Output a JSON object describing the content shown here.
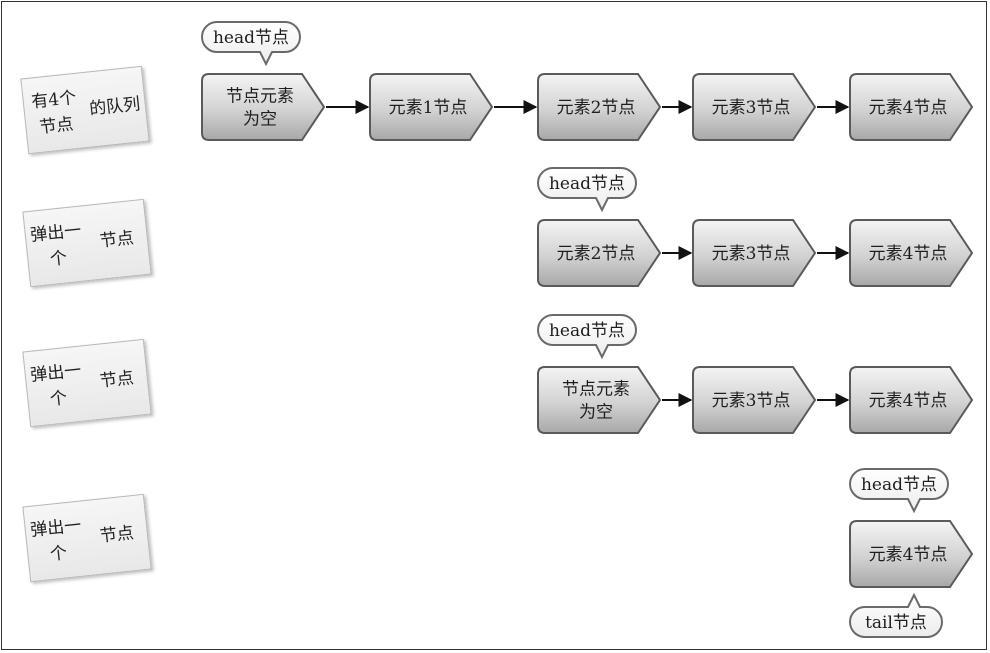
{
  "steps": [
    {
      "label_lines": [
        "有4个节点",
        "的队列"
      ],
      "nodes": [
        {
          "lines": [
            "节点元素",
            "为空"
          ]
        },
        {
          "lines": [
            "元素1节点"
          ]
        },
        {
          "lines": [
            "元素2节点"
          ]
        },
        {
          "lines": [
            "元素3节点"
          ]
        },
        {
          "lines": [
            "元素4节点"
          ]
        }
      ],
      "head_label": "head节点"
    },
    {
      "label_lines": [
        "弹出一个",
        "节点"
      ],
      "nodes": [
        {
          "lines": [
            "元素2节点"
          ]
        },
        {
          "lines": [
            "元素3节点"
          ]
        },
        {
          "lines": [
            "元素4节点"
          ]
        }
      ],
      "head_label": "head节点"
    },
    {
      "label_lines": [
        "弹出一个",
        "节点"
      ],
      "nodes": [
        {
          "lines": [
            "节点元素",
            "为空"
          ]
        },
        {
          "lines": [
            "元素3节点"
          ]
        },
        {
          "lines": [
            "元素4节点"
          ]
        }
      ],
      "head_label": "head节点"
    },
    {
      "label_lines": [
        "弹出一个",
        "节点"
      ],
      "nodes": [
        {
          "lines": [
            "元素4节点"
          ]
        }
      ],
      "head_label": "head节点",
      "tail_label": "tail节点"
    }
  ]
}
